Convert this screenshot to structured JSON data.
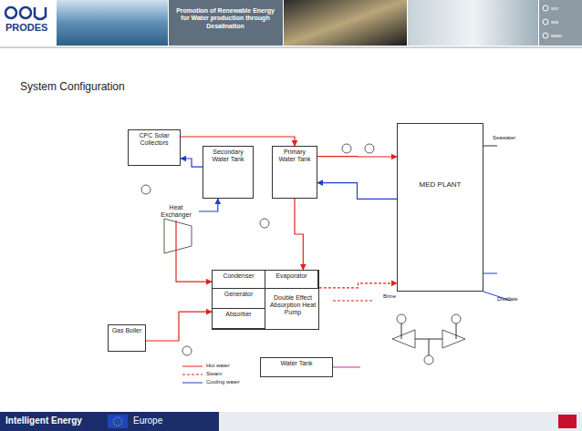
{
  "diagram": {
    "title": "System Configuration",
    "nodes": [
      {
        "text": [
          "CPC Solar Collectors"
        ]
      },
      {
        "text": [
          "Secondary Water Tank"
        ]
      },
      {
        "text": [
          "Primary Water Tank"
        ]
      },
      {
        "text": [
          "MED PLANT"
        ]
      },
      {
        "text": [
          "Heat Exchanger"
        ]
      },
      {
        "text": [
          "Double Effect Absorption Heat Pump"
        ]
      },
      {
        "text": [
          "Condenser"
        ],
        "in": 5
      },
      {
        "text": [
          "Evaporator"
        ],
        "in": 5
      },
      {
        "text": [
          "Generator"
        ],
        "in": 5
      },
      {
        "text": [
          "Absorber"
        ],
        "in": 5
      },
      {
        "text": [
          "Gas Boiler"
        ]
      },
      {
        "text": [
          "Water Tank"
        ]
      }
    ],
    "edges": [
      {
        "from": 0,
        "to": 2,
        "arrow": "to"
      },
      {
        "from": 1,
        "to": 0,
        "arrow": "to"
      },
      {
        "from": 2,
        "to": 3,
        "arrow": "to"
      },
      {
        "from": 3,
        "to": 2,
        "arrow": "to"
      },
      {
        "from": 2,
        "to": 5,
        "arrow": "to"
      },
      {
        "from": 5,
        "to": 3,
        "arrow": "to"
      },
      {
        "from": 10,
        "to": 5,
        "arrow": "to"
      },
      {
        "from": 4,
        "to": 1,
        "arrow": "to"
      },
      {
        "from": 4,
        "to": 5,
        "arrow": "to"
      }
    ],
    "labels": [
      "PRODES",
      "Promotion of Renewable Energy for Water production through Desalination",
      "sun",
      "sea",
      "water",
      "Seawater",
      "Distillate",
      "Brine",
      "Intelligent Energy",
      "Europe"
    ],
    "legend": [
      {
        "text": "Hot water"
      },
      {
        "text": "Steam"
      },
      {
        "text": "Cooling water"
      }
    ]
  }
}
